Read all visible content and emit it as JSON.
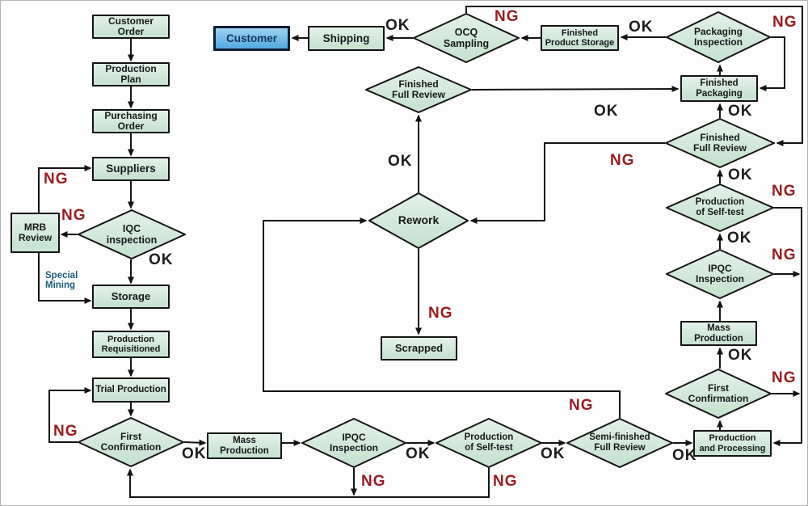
{
  "diagram": {
    "title": "Quality control process flowchart",
    "colors": {
      "node_fill": "#c8e3d2",
      "node_light": "#e3f1e9",
      "node_border": "#141414",
      "customer_fill": "#58ade2",
      "line": "#141414",
      "ok": "#1d1d1b",
      "ng": "#991b1e",
      "special": "#1b5e79"
    },
    "nodes": [
      {
        "id": "customer-order",
        "type": "process",
        "label": "Customer\nOrder"
      },
      {
        "id": "production-plan",
        "type": "process",
        "label": "Production\nPlan"
      },
      {
        "id": "purchasing-order",
        "type": "process",
        "label": "Purchasing\nOrder"
      },
      {
        "id": "suppliers",
        "type": "process",
        "label": "Suppliers"
      },
      {
        "id": "iqc-inspection",
        "type": "decision",
        "label": "IQC\ninspection"
      },
      {
        "id": "mrb-review",
        "type": "process",
        "label": "MRB\nReview"
      },
      {
        "id": "storage",
        "type": "process",
        "label": "Storage"
      },
      {
        "id": "production-requisitioned",
        "type": "process",
        "label": "Production\nRequisitioned"
      },
      {
        "id": "trial-production",
        "type": "process",
        "label": "Trial Production"
      },
      {
        "id": "first-confirmation-left",
        "type": "decision",
        "label": "First\nConfirmation"
      },
      {
        "id": "mass-production-bottom",
        "type": "process",
        "label": "Mass\nProduction"
      },
      {
        "id": "ipqc-inspection-bottom",
        "type": "decision",
        "label": "IPQC\nInspection"
      },
      {
        "id": "production-self-test-bottom",
        "type": "decision",
        "label": "Production\nof Self-test"
      },
      {
        "id": "semi-finished-full-review",
        "type": "decision",
        "label": "Semi-finished\nFull Review"
      },
      {
        "id": "production-and-processing",
        "type": "process",
        "label": "Production\nand Processing"
      },
      {
        "id": "first-confirmation-right",
        "type": "decision",
        "label": "First\nConfirmation"
      },
      {
        "id": "mass-production-right",
        "type": "process",
        "label": "Mass\nProduction"
      },
      {
        "id": "ipqc-inspection-right",
        "type": "decision",
        "label": "IPQC\nInspection"
      },
      {
        "id": "production-self-test-right",
        "type": "decision",
        "label": "Production\nof Self-test"
      },
      {
        "id": "finished-full-review-right",
        "type": "decision",
        "label": "Finished\nFull Review"
      },
      {
        "id": "finished-packaging",
        "type": "process",
        "label": "Finished\nPackaging"
      },
      {
        "id": "packaging-inspection",
        "type": "decision",
        "label": "Packaging\nInspection"
      },
      {
        "id": "finished-product-storage",
        "type": "process",
        "label": "Finished\nProduct Storage"
      },
      {
        "id": "ocq-sampling",
        "type": "decision",
        "label": "OCQ\nSampling"
      },
      {
        "id": "shipping",
        "type": "process",
        "label": "Shipping"
      },
      {
        "id": "customer",
        "type": "terminator",
        "label": "Customer"
      },
      {
        "id": "finished-full-review-mid",
        "type": "decision",
        "label": "Finished\nFull Review"
      },
      {
        "id": "rework",
        "type": "decision",
        "label": "Rework"
      },
      {
        "id": "scrapped",
        "type": "process",
        "label": "Scrapped"
      }
    ],
    "labels": [
      {
        "id": "ng-mrb-suppliers",
        "kind": "ng",
        "text": "NG"
      },
      {
        "id": "ng-iqc-mrb",
        "kind": "ng",
        "text": "NG"
      },
      {
        "id": "special-mining",
        "kind": "special",
        "text": "Special\nMining"
      },
      {
        "id": "ok-iqc-storage",
        "kind": "ok",
        "text": "OK"
      },
      {
        "id": "ng-first-conf-left",
        "kind": "ng",
        "text": "NG"
      },
      {
        "id": "ok-first-conf-left",
        "kind": "ok",
        "text": "OK"
      },
      {
        "id": "ok-ipqc-bottom",
        "kind": "ok",
        "text": "OK"
      },
      {
        "id": "ng-ipqc-bottom",
        "kind": "ng",
        "text": "NG"
      },
      {
        "id": "ok-selftest-bottom",
        "kind": "ok",
        "text": "OK"
      },
      {
        "id": "ng-selftest-bottom",
        "kind": "ng",
        "text": "NG"
      },
      {
        "id": "ok-semi-finished",
        "kind": "ok",
        "text": "OK"
      },
      {
        "id": "ng-semi-finished",
        "kind": "ng",
        "text": "NG"
      },
      {
        "id": "ok-first-conf-right",
        "kind": "ok",
        "text": "OK"
      },
      {
        "id": "ng-first-conf-right",
        "kind": "ng",
        "text": "NG"
      },
      {
        "id": "ok-ipqc-right",
        "kind": "ok",
        "text": "OK"
      },
      {
        "id": "ng-ipqc-right",
        "kind": "ng",
        "text": "NG"
      },
      {
        "id": "ok-selftest-right",
        "kind": "ok",
        "text": "OK"
      },
      {
        "id": "ng-selftest-right",
        "kind": "ng",
        "text": "NG"
      },
      {
        "id": "ok-ffr-right",
        "kind": "ok",
        "text": "OK"
      },
      {
        "id": "ng-ffr-right",
        "kind": "ng",
        "text": "NG"
      },
      {
        "id": "ok-ffr-mid",
        "kind": "ok",
        "text": "OK"
      },
      {
        "id": "ok-rework",
        "kind": "ok",
        "text": "OK"
      },
      {
        "id": "ng-rework",
        "kind": "ng",
        "text": "NG"
      },
      {
        "id": "ng-ocq",
        "kind": "ng",
        "text": "NG"
      },
      {
        "id": "ok-ocq",
        "kind": "ok",
        "text": "OK"
      },
      {
        "id": "ok-packaging-storage",
        "kind": "ok",
        "text": "OK"
      },
      {
        "id": "ng-packaging",
        "kind": "ng",
        "text": "NG"
      }
    ]
  }
}
